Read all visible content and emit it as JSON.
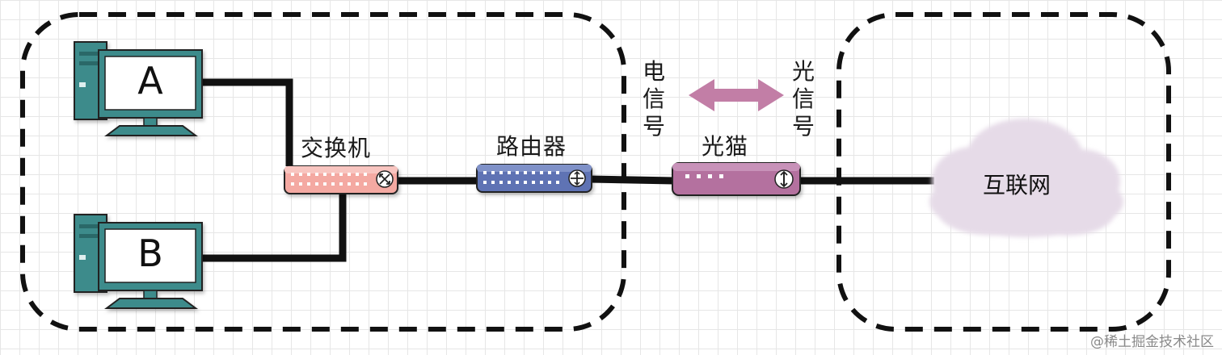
{
  "computers": [
    {
      "label": "A"
    },
    {
      "label": "B"
    }
  ],
  "devices": {
    "switch": "交换机",
    "router": "路由器",
    "modem": "光猫"
  },
  "signals": {
    "electrical": [
      "电",
      "信",
      "号"
    ],
    "optical": [
      "光",
      "信",
      "号"
    ]
  },
  "internet": "互联网",
  "watermark": "@稀土掘金技术社区",
  "colors": {
    "switch": "#f4a9a2",
    "router": "#5e73b4",
    "modem": "#b4719f",
    "arrow": "#c27ea6",
    "cloud": "#e6dbe8",
    "computer": "#3d8b8b"
  }
}
